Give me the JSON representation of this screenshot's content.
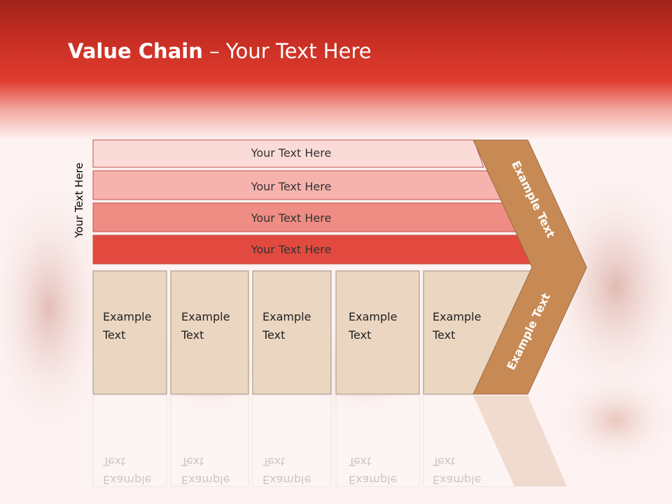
{
  "title": {
    "bold": "Value Chain",
    "rest": " – Your Text Here"
  },
  "side_label": "Your Text Here",
  "bars": [
    {
      "label": "Your Text Here",
      "color": "#fbdbd8"
    },
    {
      "label": "Your Text Here",
      "color": "#f6b3ad"
    },
    {
      "label": "Your Text Here",
      "color": "#ef8c83"
    },
    {
      "label": "Your Text Here",
      "color": "#e24a3f"
    }
  ],
  "boxes": [
    {
      "line1": "Example",
      "line2": "Text"
    },
    {
      "line1": "Example",
      "line2": "Text"
    },
    {
      "line1": "Example",
      "line2": "Text"
    },
    {
      "line1": "Example",
      "line2": "Text"
    },
    {
      "line1": "Example",
      "line2": "Text"
    }
  ],
  "arrow": {
    "upper_label": "Example Text",
    "lower_label": "Example Text",
    "color": "#c88a55"
  },
  "box_color": "#ebd6c1"
}
